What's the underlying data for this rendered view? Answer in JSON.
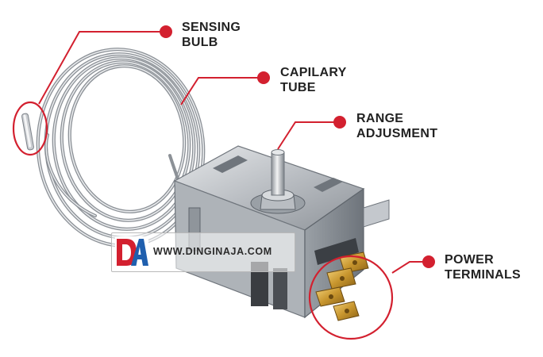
{
  "labels": {
    "sensing_bulb": [
      "SENSING",
      "BULB"
    ],
    "capilary_tube": [
      "CAPILARY",
      "TUBE"
    ],
    "range_adjusment": [
      "RANGE",
      "ADJUSMENT"
    ],
    "power_terminals": [
      "POWER",
      "TERMINALS"
    ]
  },
  "watermark": {
    "logo_text": "DA",
    "url": "WWW.DINGINAJA.COM"
  },
  "colors": {
    "callout": "#d3202f",
    "label_text": "#222222",
    "metal": "#c9ccd0",
    "logo_red": "#d3202f",
    "logo_blue": "#1f5fae"
  }
}
